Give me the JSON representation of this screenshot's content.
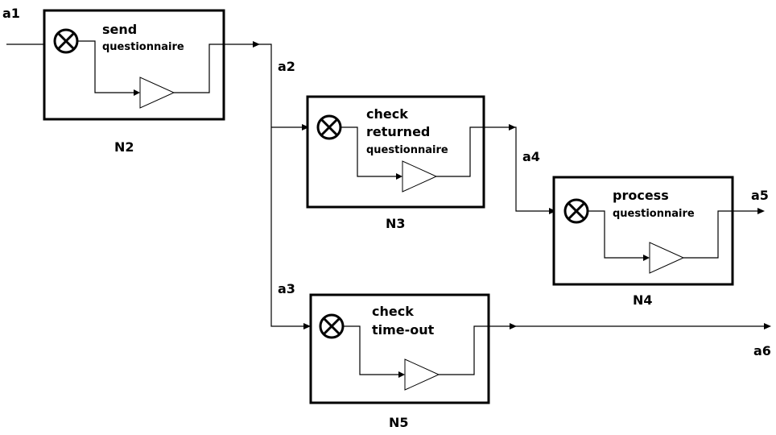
{
  "arcs": {
    "a1": "a1",
    "a2": "a2",
    "a3": "a3",
    "a4": "a4",
    "a5": "a5",
    "a6": "a6"
  },
  "nodes": {
    "n2": {
      "id": "N2",
      "line1": "send",
      "line2": "questionnaire"
    },
    "n3": {
      "id": "N3",
      "line1": "check",
      "line2": "returned",
      "line3": "questionnaire"
    },
    "n4": {
      "id": "N4",
      "line1": "process",
      "line2": "questionnaire"
    },
    "n5": {
      "id": "N5",
      "line1": "check",
      "line2": "time-out"
    }
  }
}
